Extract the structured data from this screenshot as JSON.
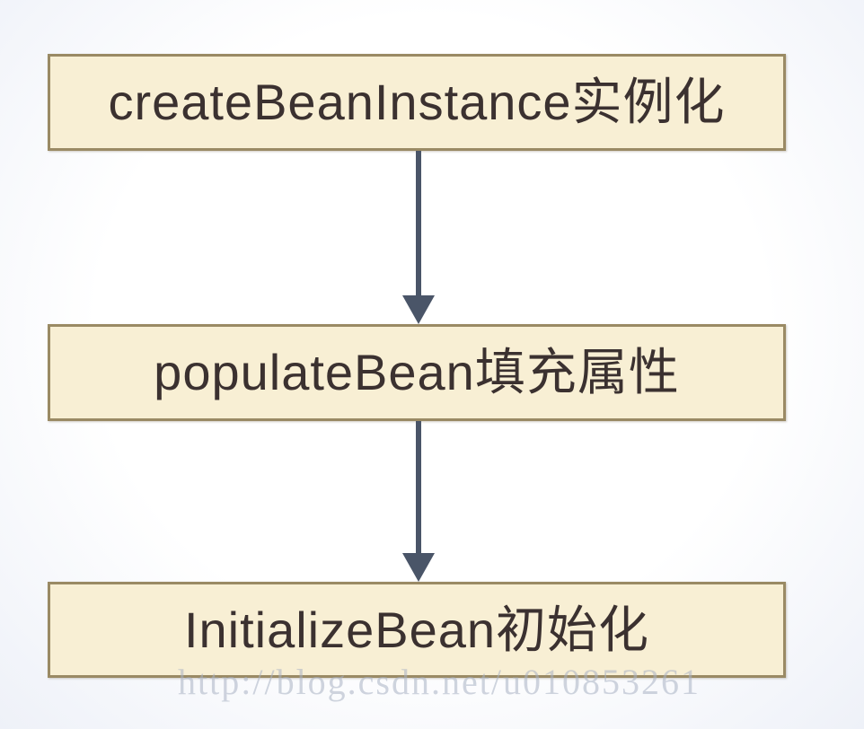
{
  "diagram": {
    "type": "flowchart",
    "direction": "top-down",
    "nodes": [
      {
        "id": "create-bean-instance",
        "label": "createBeanInstance实例化"
      },
      {
        "id": "populate-bean",
        "label": "populateBean填充属性"
      },
      {
        "id": "initialize-bean",
        "label": "InitializeBean初始化"
      }
    ],
    "edges": [
      {
        "from": "create-bean-instance",
        "to": "populate-bean",
        "style": "arrow-down"
      },
      {
        "from": "populate-bean",
        "to": "initialize-bean",
        "style": "arrow-down"
      }
    ],
    "colors": {
      "node_fill": "#f8efd4",
      "node_border": "#9a8a64",
      "node_text": "#3b3130",
      "arrow_color": "#4a5568",
      "watermark_color": "#aab3c4"
    }
  },
  "watermark": {
    "text": "http://blog.csdn.net/u010853261"
  }
}
